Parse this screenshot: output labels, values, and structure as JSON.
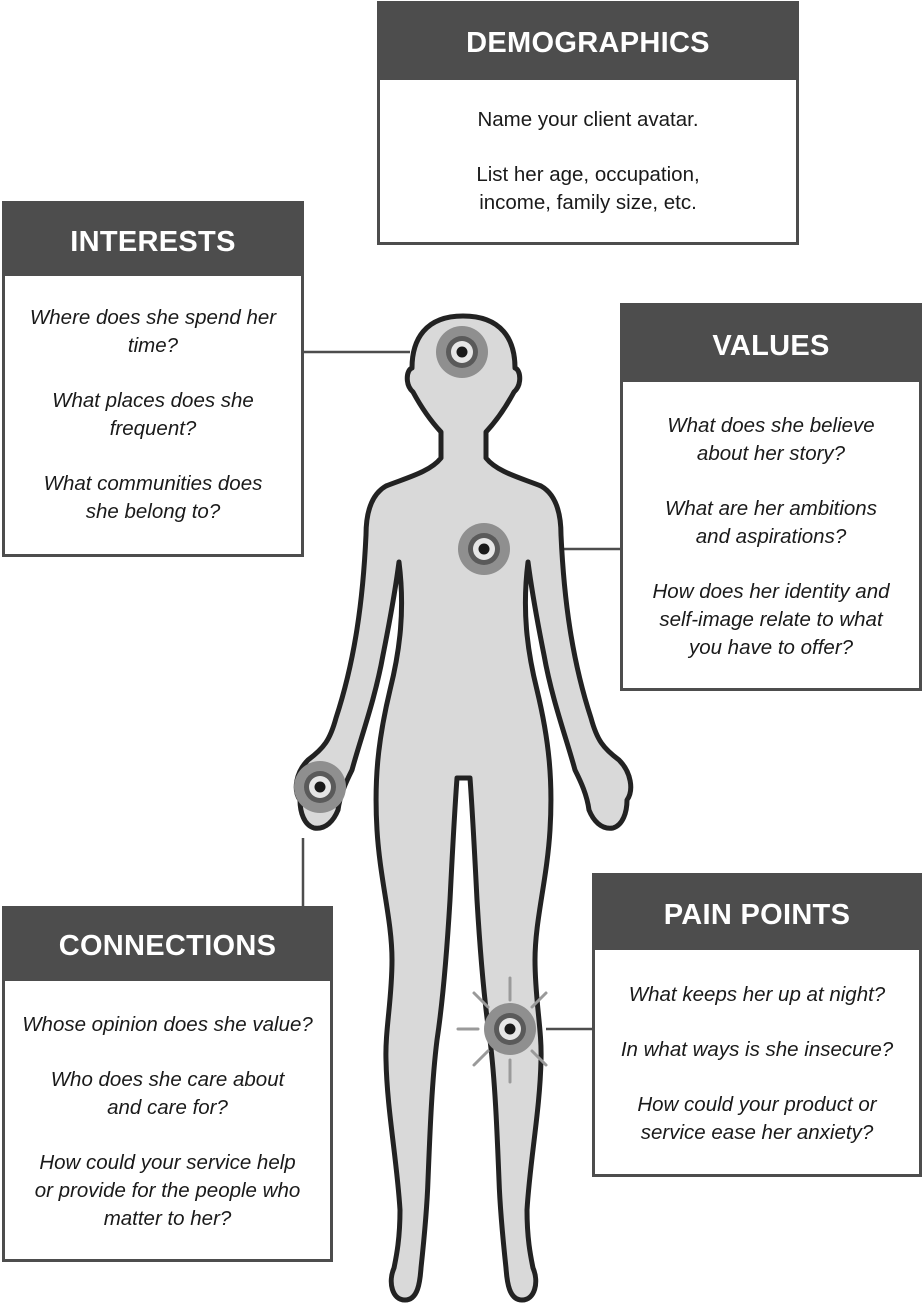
{
  "cards": {
    "demographics": {
      "title": "DEMOGRAPHICS",
      "lines": [
        "Name your client avatar.",
        "List her age, occupation, income, family size, etc."
      ]
    },
    "interests": {
      "title": "INTERESTS",
      "lines": [
        "Where does she spend her time?",
        "What places does she frequent?",
        "What communities does she belong to?"
      ]
    },
    "values": {
      "title": "VALUES",
      "lines": [
        "What does she believe about her story?",
        "What are her ambitions and aspirations?",
        "How does her identity and self-image relate to what you have to offer?"
      ]
    },
    "connections": {
      "title": "CONNECTIONS",
      "lines": [
        "Whose opinion does she value?",
        "Who does she care about and care for?",
        "How could your service help or provide for the people who matter to her?"
      ]
    },
    "pain_points": {
      "title": "PAIN POINTS",
      "lines": [
        "What keeps her up at night?",
        "In what ways is she insecure?",
        "How could your product or service ease her anxiety?"
      ]
    }
  },
  "colors": {
    "header": "#4d4d4d",
    "body_fill": "#d9d9d9",
    "outline": "#222222",
    "marker_ring": "#8f8f8f",
    "marker_inner": "#5a5a5a"
  },
  "icons": [
    "female-body-silhouette",
    "target-marker-icon"
  ]
}
